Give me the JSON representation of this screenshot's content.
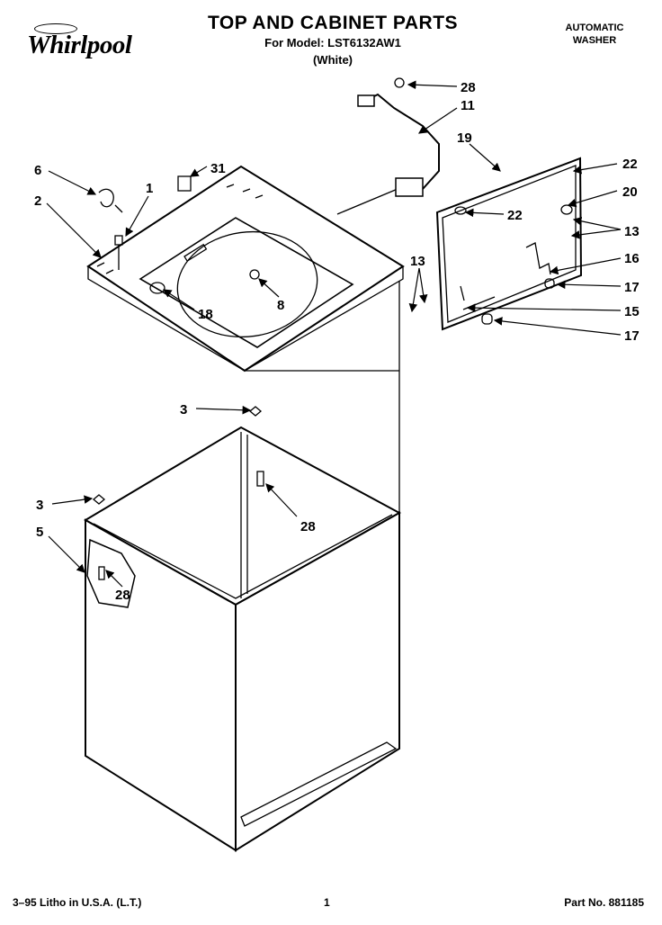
{
  "header": {
    "brand": "Whirlpool",
    "title": "TOP AND CABINET PARTS",
    "model_line": "For Model: LST6132AW1",
    "color_line": "(White)",
    "appliance_line1": "AUTOMATIC",
    "appliance_line2": "WASHER"
  },
  "callouts": {
    "c28_top": "28",
    "c11": "11",
    "c19": "19",
    "c6": "6",
    "c31": "31",
    "c1": "1",
    "c2": "2",
    "c22_right": "22",
    "c20": "20",
    "c22_mid": "22",
    "c13_right": "13",
    "c16": "16",
    "c13_left": "13",
    "c17_upper": "17",
    "c15": "15",
    "c17_lower": "17",
    "c8": "8",
    "c18": "18",
    "c3_upper": "3",
    "c28_mid": "28",
    "c3_left": "3",
    "c5": "5",
    "c28_low": "28"
  },
  "footer": {
    "print_info": "3–95 Litho in U.S.A. (L.T.)",
    "page_number": "1",
    "part_number": "Part No. 881185"
  }
}
